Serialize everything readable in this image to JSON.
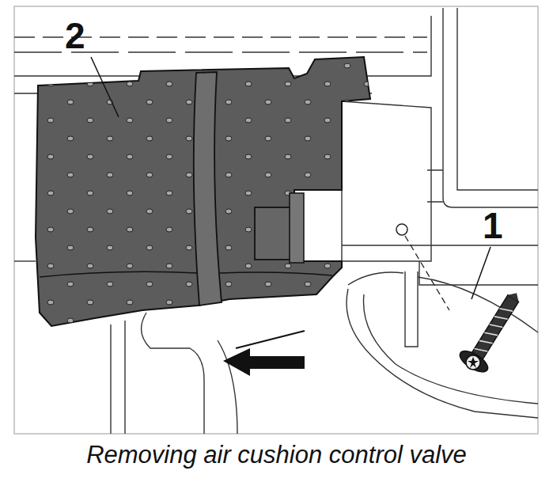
{
  "diagram": {
    "caption": "Removing air cushion control valve",
    "labels": [
      "2",
      "1"
    ]
  }
}
